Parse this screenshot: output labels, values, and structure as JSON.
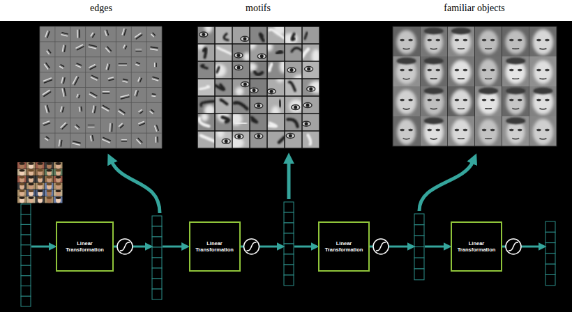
{
  "diagram": {
    "nodes": [
      {
        "text": [
          "Linear Transformation"
        ]
      },
      {
        "text": [
          "Linear Transformation"
        ]
      },
      {
        "text": [
          "Linear Transformation"
        ]
      },
      {
        "text": [
          "Linear Transformation"
        ]
      }
    ],
    "labels": [
      "edges",
      "motifs",
      "familiar objects"
    ]
  }
}
